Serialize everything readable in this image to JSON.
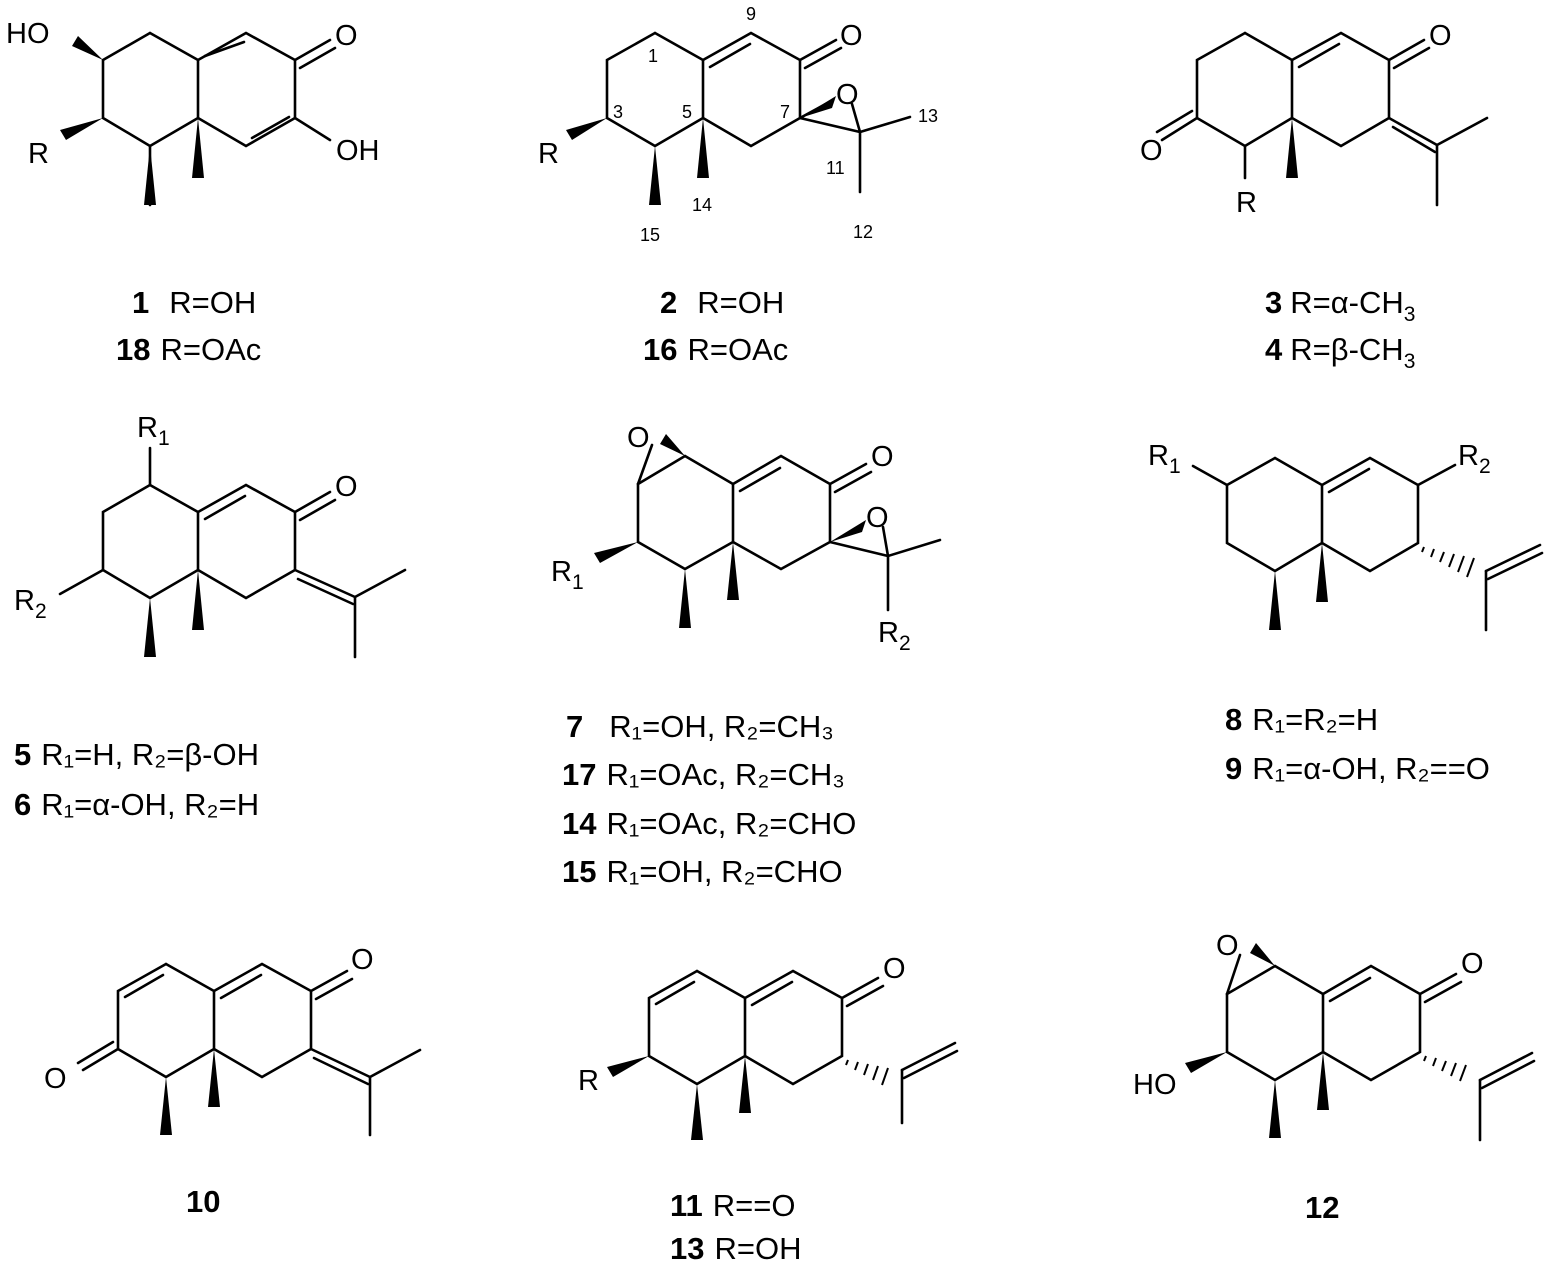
{
  "compounds": [
    {
      "id": "c1",
      "lines": [
        {
          "num": "1",
          "text": "R=OH"
        },
        {
          "num": "18",
          "text": "R=OAc"
        }
      ],
      "atoms": {
        "ho": "HO",
        "r": "R",
        "o": "O",
        "oh": "OH"
      }
    },
    {
      "id": "c2",
      "lines": [
        {
          "num": "2",
          "text": "R=OH"
        },
        {
          "num": "16",
          "text": "R=OAc"
        }
      ],
      "atoms": {
        "r": "R",
        "o": "O",
        "epo": "O"
      },
      "numbering": {
        "n1": "1",
        "n3": "3",
        "n5": "5",
        "n7": "7",
        "n9": "9",
        "n11": "11",
        "n12": "12",
        "n13": "13",
        "n14": "14",
        "n15": "15"
      }
    },
    {
      "id": "c3",
      "lines": [
        {
          "num": "3",
          "pre": "R=",
          "greek": "α",
          "post": "-CH",
          "sub": "3"
        },
        {
          "num": "4",
          "pre": "R=",
          "greek": "β",
          "post": "-CH",
          "sub": "3"
        }
      ],
      "atoms": {
        "o1": "O",
        "o2": "O",
        "r": "R"
      }
    },
    {
      "id": "c5",
      "lines": [
        {
          "num": "5",
          "text": "R₁=H, R₂=β-OH"
        },
        {
          "num": "6",
          "text": "R₁=α-OH, R₂=H"
        }
      ],
      "atoms": {
        "r1": "R",
        "r1sub": "1",
        "r2": "R",
        "r2sub": "2",
        "o": "O"
      }
    },
    {
      "id": "c7",
      "lines": [
        {
          "num": "7",
          "text": "R₁=OH, R₂=CH₃"
        },
        {
          "num": "17",
          "text": "R₁=OAc, R₂=CH₃"
        },
        {
          "num": "14",
          "text": "R₁=OAc, R₂=CHO"
        },
        {
          "num": "15",
          "text": "R₁=OH, R₂=CHO"
        }
      ],
      "atoms": {
        "epo1": "O",
        "o": "O",
        "epo2": "O",
        "r1": "R",
        "r1sub": "1",
        "r2": "R",
        "r2sub": "2"
      }
    },
    {
      "id": "c8",
      "lines": [
        {
          "num": "8",
          "text": "R₁=R₂=H"
        },
        {
          "num": "9",
          "text": "R₁=α-OH, R₂==O"
        }
      ],
      "atoms": {
        "r1": "R",
        "r1sub": "1",
        "r2": "R",
        "r2sub": "2"
      }
    },
    {
      "id": "c10",
      "lines": [
        {
          "num": "10",
          "text": ""
        }
      ],
      "atoms": {
        "o1": "O",
        "o2": "O"
      }
    },
    {
      "id": "c11",
      "lines": [
        {
          "num": "11",
          "text": "R==O"
        },
        {
          "num": "13",
          "text": "R=OH"
        }
      ],
      "atoms": {
        "o": "O",
        "r": "R"
      }
    },
    {
      "id": "c12",
      "lines": [
        {
          "num": "12",
          "text": ""
        }
      ],
      "atoms": {
        "epo": "O",
        "o": "O",
        "ho": "HO"
      }
    }
  ]
}
